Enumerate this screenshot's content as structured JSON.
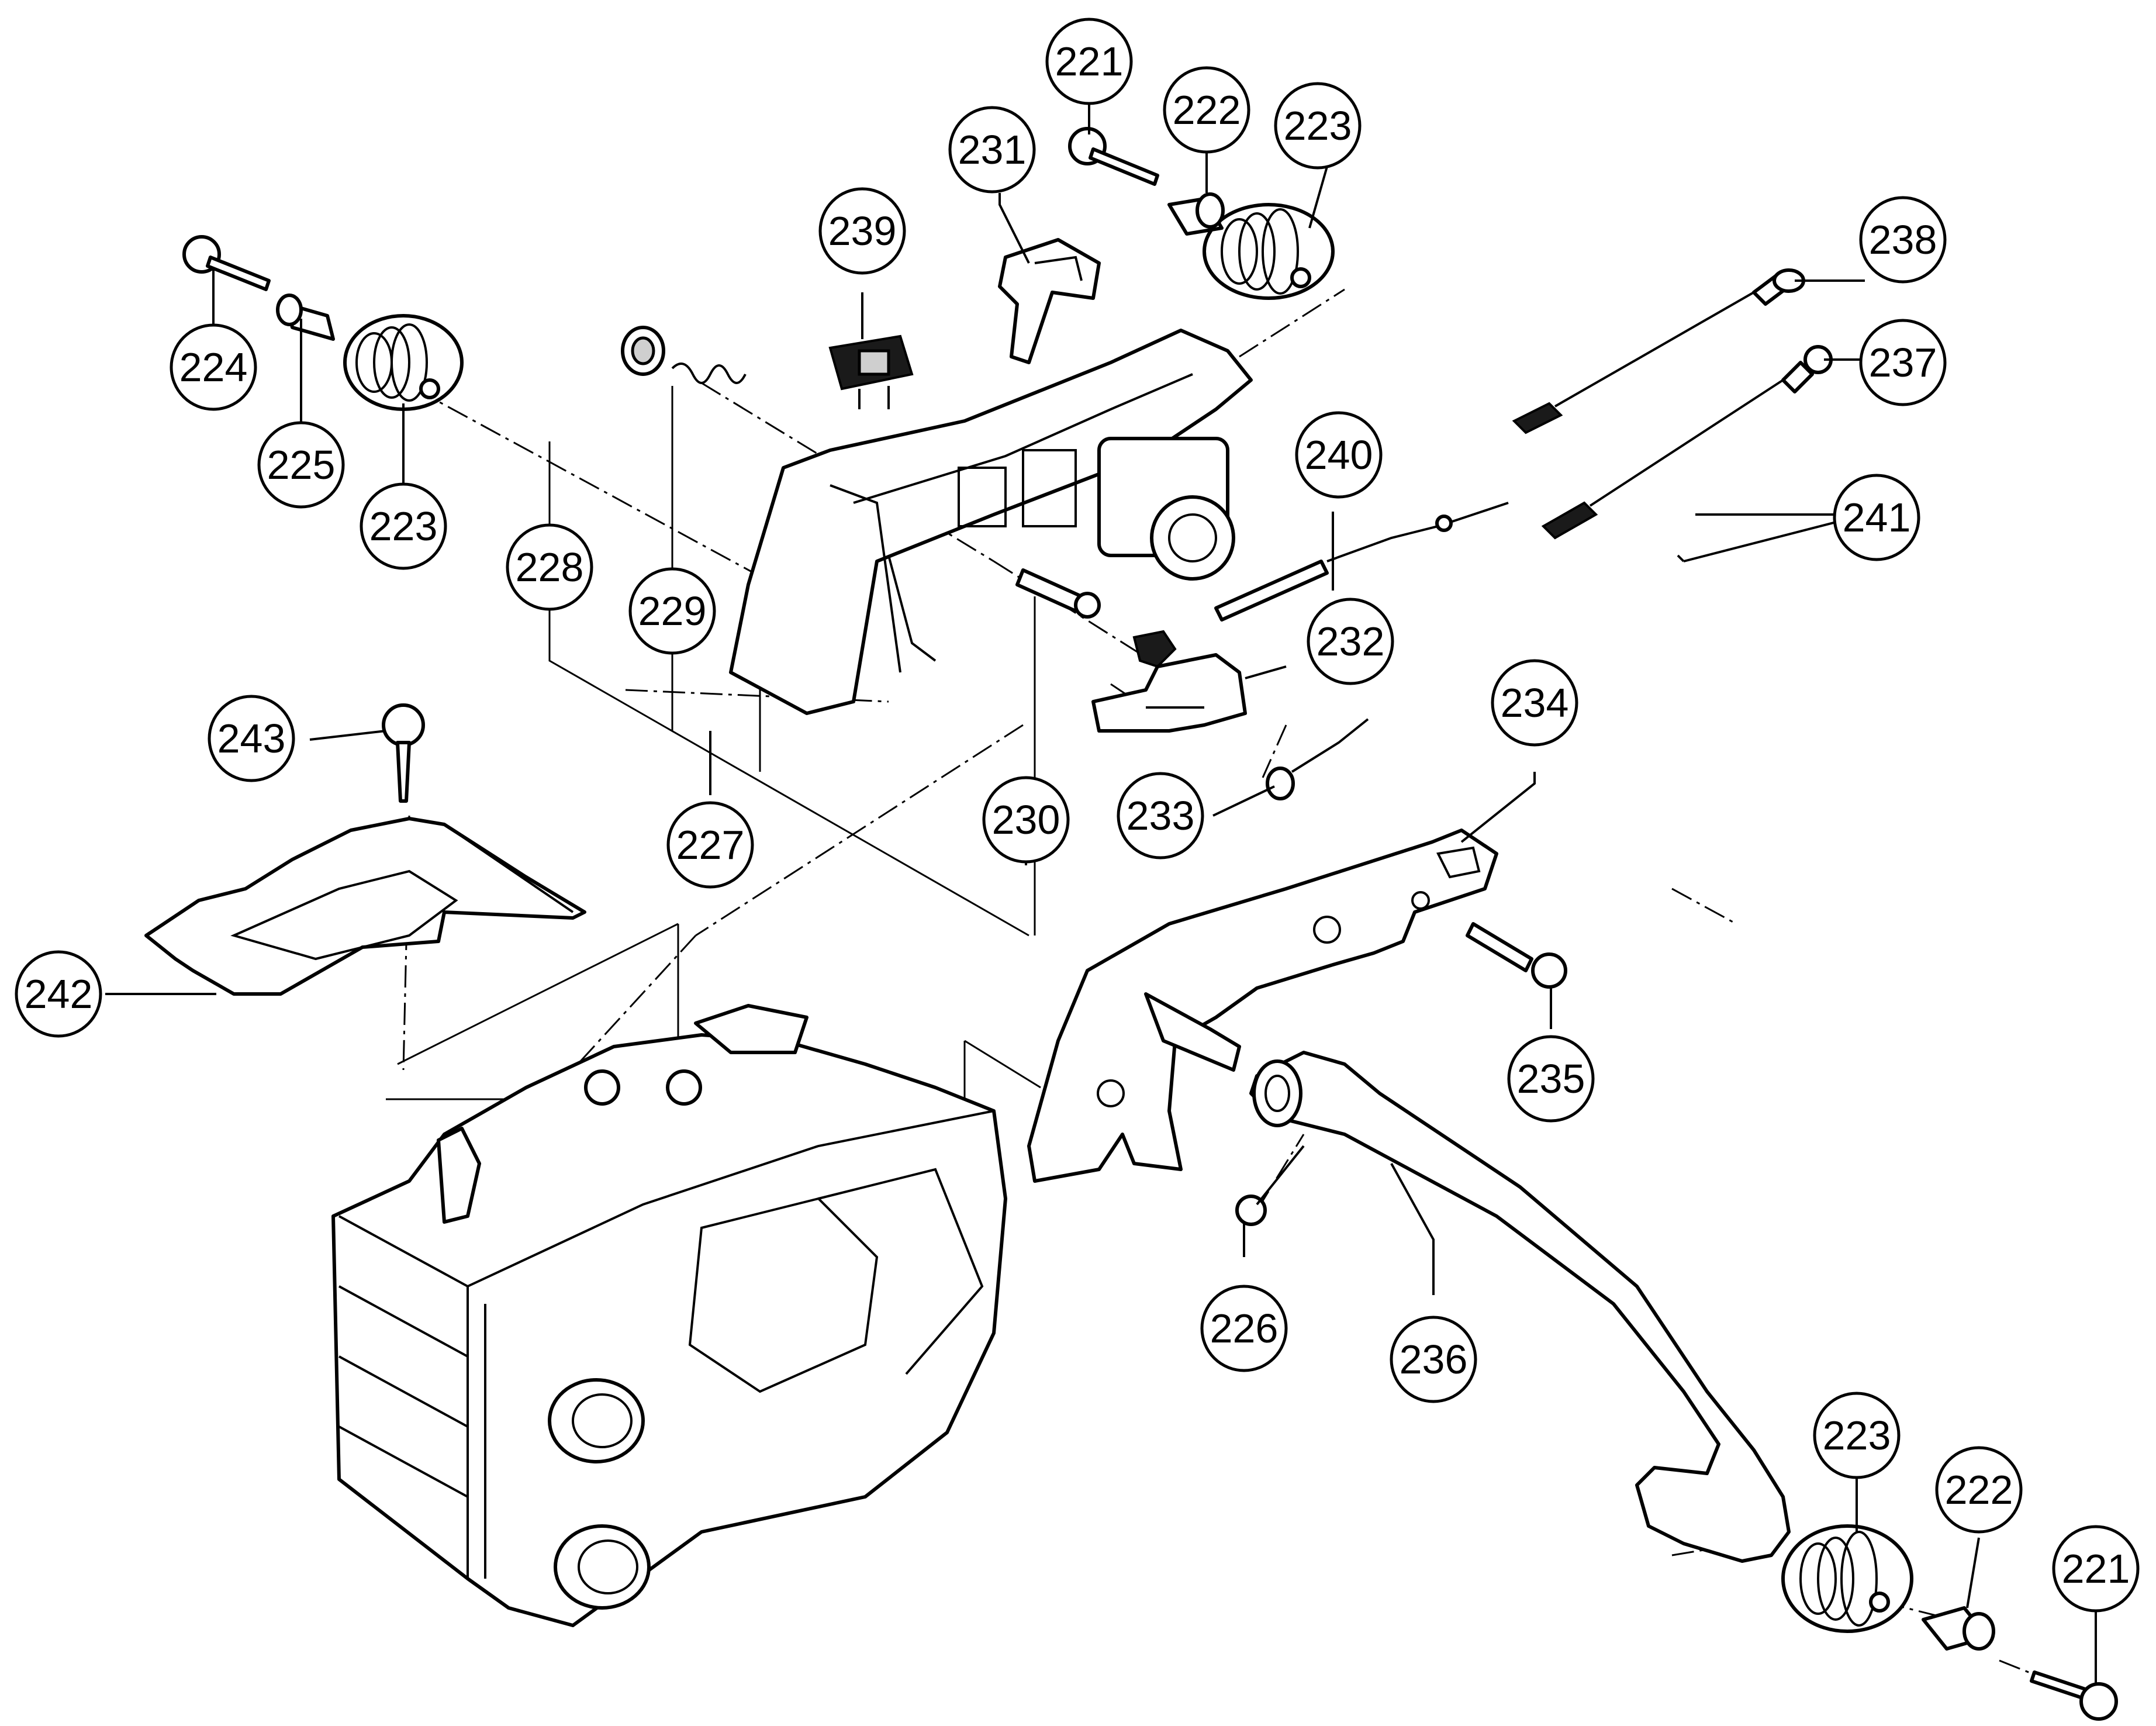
{
  "callouts": [
    {
      "id": "c221a",
      "label": "221"
    },
    {
      "id": "c222a",
      "label": "222"
    },
    {
      "id": "c223a",
      "label": "223"
    },
    {
      "id": "c231",
      "label": "231"
    },
    {
      "id": "c239",
      "label": "239"
    },
    {
      "id": "c238",
      "label": "238"
    },
    {
      "id": "c237",
      "label": "237"
    },
    {
      "id": "c224",
      "label": "224"
    },
    {
      "id": "c225",
      "label": "225"
    },
    {
      "id": "c223b",
      "label": "223"
    },
    {
      "id": "c240",
      "label": "240"
    },
    {
      "id": "c241",
      "label": "241"
    },
    {
      "id": "c228",
      "label": "228"
    },
    {
      "id": "c229",
      "label": "229"
    },
    {
      "id": "c232",
      "label": "232"
    },
    {
      "id": "c243",
      "label": "243"
    },
    {
      "id": "c234",
      "label": "234"
    },
    {
      "id": "c233",
      "label": "233"
    },
    {
      "id": "c227",
      "label": "227"
    },
    {
      "id": "c230",
      "label": "230"
    },
    {
      "id": "c242",
      "label": "242"
    },
    {
      "id": "c235",
      "label": "235"
    },
    {
      "id": "c226",
      "label": "226"
    },
    {
      "id": "c236",
      "label": "236"
    },
    {
      "id": "c223c",
      "label": "223"
    },
    {
      "id": "c222b",
      "label": "222"
    },
    {
      "id": "c221b",
      "label": "221"
    }
  ]
}
